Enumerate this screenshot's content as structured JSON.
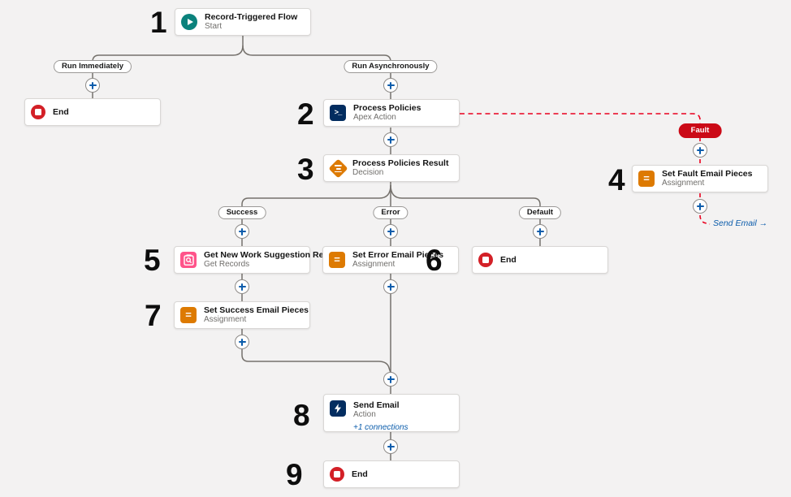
{
  "app": "Flow Builder Canvas",
  "annotations": [
    "1",
    "2",
    "3",
    "4",
    "5",
    "6",
    "7",
    "8",
    "9"
  ],
  "branch_labels": {
    "run_immediately": "Run Immediately",
    "run_asynchronously": "Run Asynchronously",
    "success": "Success",
    "error": "Error",
    "default": "Default",
    "fault": "Fault"
  },
  "goto_link": "Send Email →",
  "nodes": {
    "start": {
      "title": "Record-Triggered Flow",
      "subtitle": "Start",
      "icon": "start-flow-icon"
    },
    "end_immediate": {
      "title": "End",
      "icon": "end-icon"
    },
    "process_policies": {
      "title": "Process Policies",
      "subtitle": "Apex Action",
      "icon": "apex-action-icon"
    },
    "process_policies_result": {
      "title": "Process Policies Result",
      "subtitle": "Decision",
      "icon": "decision-icon"
    },
    "set_fault_email_pieces": {
      "title": "Set Fault Email Pieces",
      "subtitle": "Assignment",
      "icon": "assignment-icon"
    },
    "get_new_work_suggestion_record": {
      "title": "Get New Work Suggestion Record",
      "subtitle": "Get Records",
      "icon": "get-records-icon"
    },
    "set_error_email_pieces": {
      "title": "Set Error Email Pieces",
      "subtitle": "Assignment",
      "icon": "assignment-icon"
    },
    "end_default": {
      "title": "End",
      "icon": "end-icon"
    },
    "set_success_email_pieces": {
      "title": "Set Success Email Pieces",
      "subtitle": "Assignment",
      "icon": "assignment-icon"
    },
    "send_email": {
      "title": "Send Email",
      "subtitle": "Action",
      "connections": "+1 connections",
      "icon": "action-icon"
    },
    "end_final": {
      "title": "End",
      "icon": "end-icon"
    }
  },
  "colors": {
    "canvas_bg": "#f3f2f2",
    "connector": "#75716c",
    "fault_red": "#ea001e",
    "fault_pill": "#cb0a17",
    "start_teal": "#0b827c",
    "action_navy": "#032d60",
    "assignment_orange": "#dd7a01",
    "get_records_pink": "#ff538a",
    "end_red": "#d32027",
    "plus_blue": "#0b5cab",
    "link_blue": "#0b5cab"
  }
}
